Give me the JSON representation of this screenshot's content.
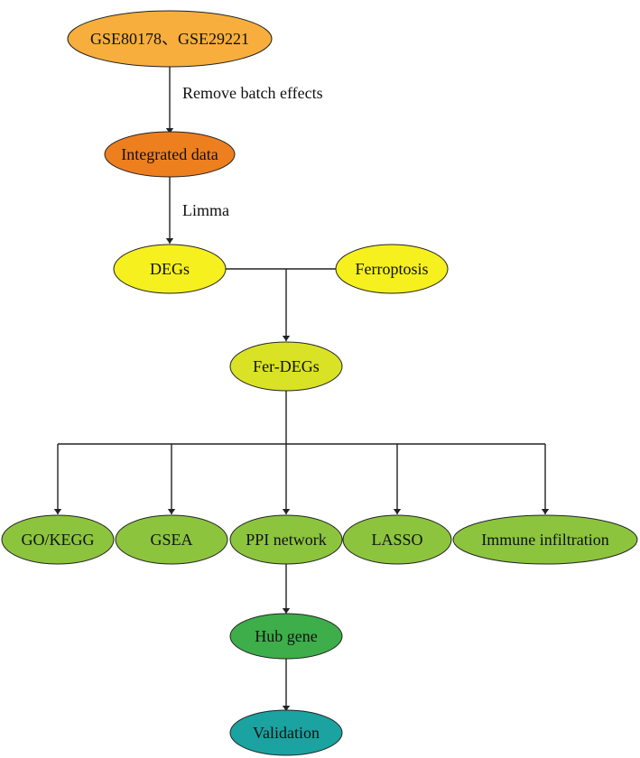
{
  "nodes": {
    "gse": {
      "label": "GSE80178、GSE29221",
      "color": "#F7AE3C"
    },
    "integrated": {
      "label": "Integrated data",
      "color": "#EE7F1E"
    },
    "degs": {
      "label": "DEGs",
      "color": "#F5F01E"
    },
    "ferroptosis": {
      "label": "Ferroptosis",
      "color": "#F5F01E"
    },
    "ferdegs": {
      "label": "Fer-DEGs",
      "color": "#D9E224"
    },
    "gokegg": {
      "label": "GO/KEGG",
      "color": "#8CC43E"
    },
    "gsea": {
      "label": "GSEA",
      "color": "#8CC43E"
    },
    "ppi": {
      "label": "PPI network",
      "color": "#8CC43E"
    },
    "lasso": {
      "label": "LASSO",
      "color": "#8CC43E"
    },
    "immune": {
      "label": "Immune infiltration",
      "color": "#8CC43E"
    },
    "hub": {
      "label": "Hub gene",
      "color": "#3DAE49"
    },
    "validation": {
      "label": "Validation",
      "color": "#1AA3A0"
    }
  },
  "edges": {
    "remove_batch": "Remove batch effects",
    "limma": "Limma"
  }
}
